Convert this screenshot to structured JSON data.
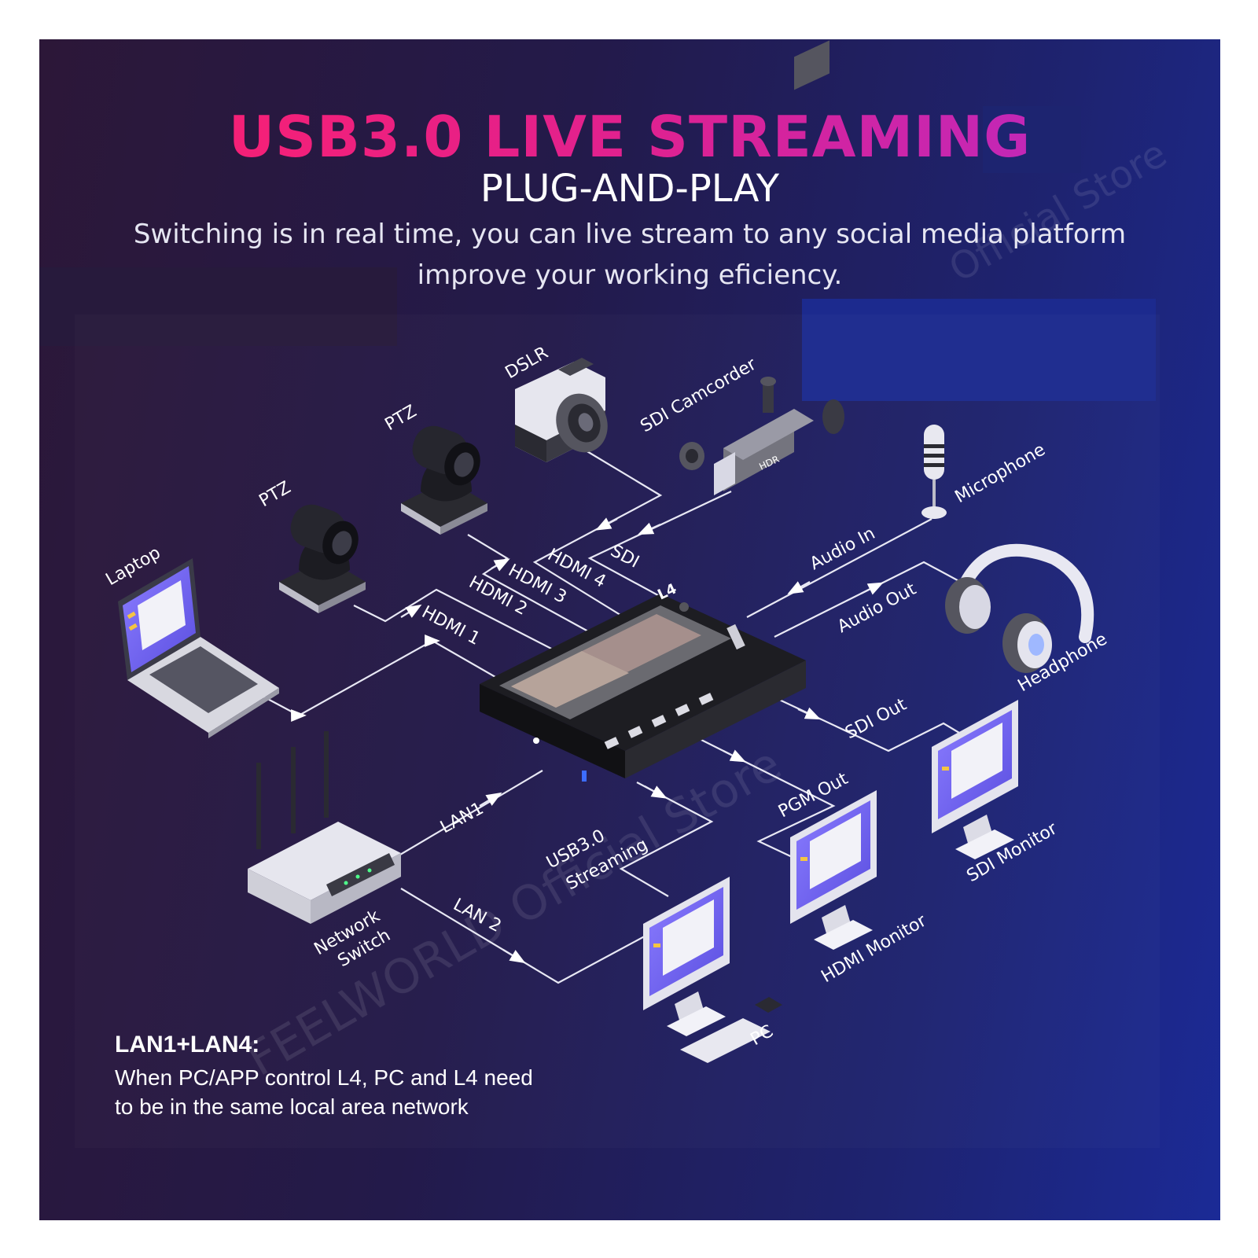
{
  "header": {
    "title": "USB3.0 LIVE STREAMING",
    "subtitle": "PLUG-AND-PLAY",
    "description_line1": "Switching is in real time, you can live stream to any social media platform",
    "description_line2": "improve your working eficiency."
  },
  "devices": {
    "laptop": "Laptop",
    "ptz_1": "PTZ",
    "ptz_2": "PTZ",
    "dslr": "DSLR",
    "sdi_camcorder": "SDI Camcorder",
    "microphone": "Microphone",
    "headphone": "Headphone",
    "sdi_monitor": "SDI Monitor",
    "hdmi_monitor": "HDMI Monitor",
    "pc": "PC",
    "network_switch_line1": "Network",
    "network_switch_line2": "Switch",
    "switcher_model": "L4",
    "camcorder_badge": "HDR"
  },
  "connections": {
    "hdmi1": "HDMI 1",
    "hdmi2": "HDMI 2",
    "hdmi3": "HDMI 3",
    "hdmi4": "HDMI 4",
    "sdi": "SDI",
    "audio_in": "Audio In",
    "audio_out": "Audio Out",
    "sdi_out": "SDI Out",
    "pgm_out": "PGM Out",
    "usb_line1": "USB3.0",
    "usb_line2": "Streaming",
    "lan1": "LAN1",
    "lan2": "LAN 2"
  },
  "note": {
    "title": "LAN1+LAN4:",
    "line1": "When PC/APP control L4, PC and L4 need",
    "line2": "to be in the same local area network"
  },
  "colors": {
    "title_gradient_start": "#ff1f6b",
    "title_gradient_end": "#b52ac9",
    "background_dark": "#2c1738",
    "background_blue": "#1b2a96",
    "screen_purple": "#7b6cf0"
  },
  "watermark": [
    "Official Store",
    "FEELWORLD Official Store"
  ]
}
